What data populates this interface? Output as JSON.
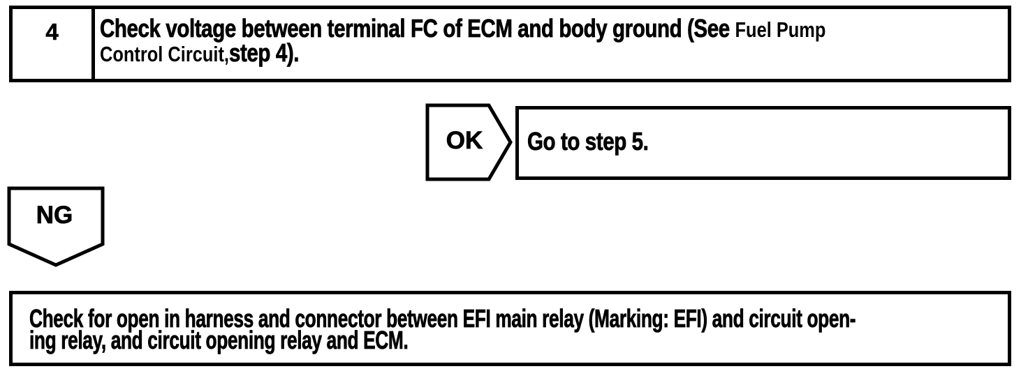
{
  "colors": {
    "ink": "#000000",
    "paper": "#ffffff"
  },
  "step_box": {
    "number": "4",
    "line1_heavy": "Check voltage between terminal FC of ECM and body ground (See ",
    "line1_ref": "Fuel Pump",
    "line2_ref": "Control Circuit,",
    "line2_heavy": "step 4)."
  },
  "ok_branch": {
    "label": "OK",
    "action": "Go to step 5."
  },
  "ng_branch": {
    "label": "NG"
  },
  "result_box": {
    "lines": [
      "Check for open in harness and connector between EFI main relay (Marking: EFI) and circuit open-",
      "ing relay, and circuit opening relay and ECM."
    ]
  }
}
